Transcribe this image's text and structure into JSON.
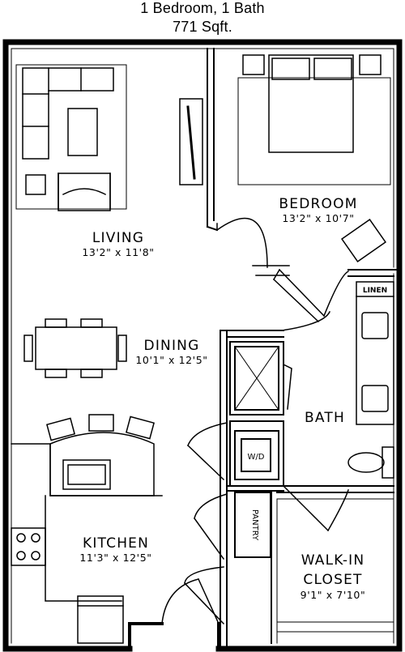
{
  "header": {
    "title": "1 Bedroom, 1 Bath",
    "area": "771 Sqft."
  },
  "rooms": {
    "living": {
      "name": "LIVING",
      "dims": "13'2\" x 11'8\""
    },
    "bedroom": {
      "name": "BEDROOM",
      "dims": "13'2\" x 10'7\""
    },
    "dining": {
      "name": "DINING",
      "dims": "10'1\" x 12'5\""
    },
    "bath": {
      "name": "BATH"
    },
    "kitchen": {
      "name": "KITCHEN",
      "dims": "11'3\" x 12'5\""
    },
    "closet": {
      "name_line1": "WALK-IN",
      "name_line2": "CLOSET",
      "dims": "9'1\" x 7'10\""
    }
  },
  "labels": {
    "linen": "LINEN",
    "washer_dryer": "W/D",
    "pantry": "PANTRY"
  },
  "colors": {
    "ink": "#000000",
    "paper": "#ffffff"
  }
}
